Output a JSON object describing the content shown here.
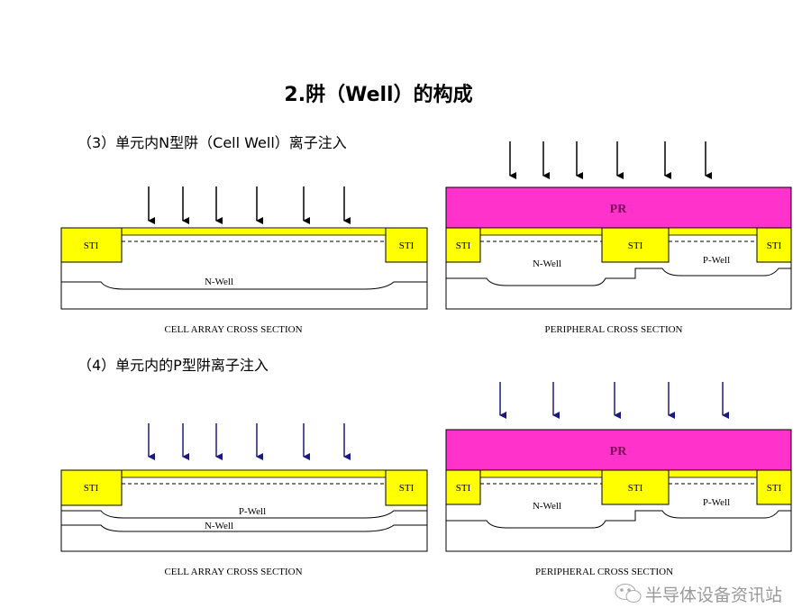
{
  "title": "2.阱（Well）的构成",
  "colors": {
    "sti": "#ffff00",
    "pr": "#ff33cc",
    "arrow_step3": "#000000",
    "arrow_step4": "#1a1a80"
  },
  "step3": {
    "heading": "（3）单元内N型阱（Cell Well）离子注入",
    "cell": {
      "sti_left": "STI",
      "sti_right": "STI",
      "well": "N-Well",
      "caption": "CELL ARRAY CROSS SECTION"
    },
    "peripheral": {
      "pr": "PR",
      "sti_left": "STI",
      "sti_mid": "STI",
      "sti_right": "STI",
      "nwell": "N-Well",
      "pwell": "P-Well",
      "caption": "PERIPHERAL CROSS SECTION"
    }
  },
  "step4": {
    "heading": "（4）单元内的P型阱离子注入",
    "cell": {
      "sti_left": "STI",
      "sti_right": "STI",
      "pwell": "P-Well",
      "nwell": "N-Well",
      "caption": "CELL ARRAY CROSS SECTION"
    },
    "peripheral": {
      "pr": "PR",
      "sti_left": "STI",
      "sti_mid": "STI",
      "sti_right": "STI",
      "nwell": "N-Well",
      "pwell": "P-Well",
      "caption": "PERIPHERAL CROSS SECTION"
    }
  },
  "watermark": {
    "icon": "wechat-icon",
    "text": "半导体设备资讯站"
  }
}
